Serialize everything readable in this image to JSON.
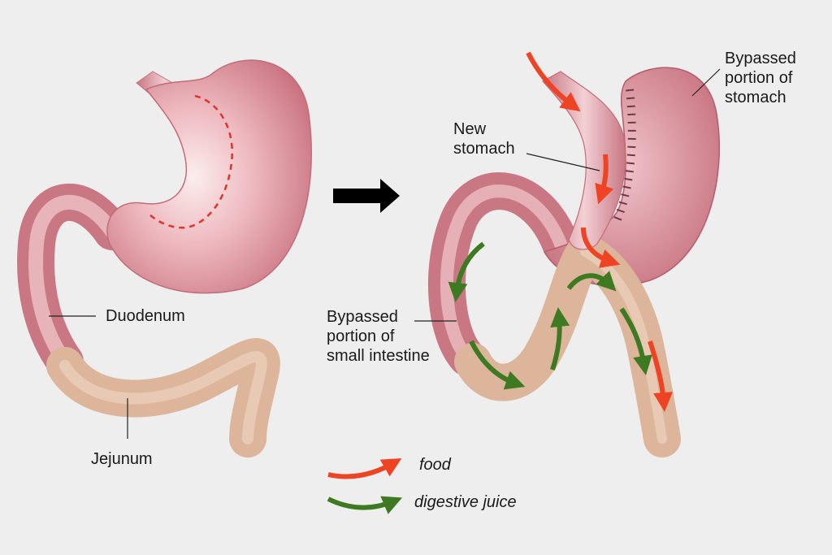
{
  "labels": {
    "duodenum": "Duodenum",
    "jejunum": "Jejunum",
    "new_stomach": [
      "New",
      "stomach"
    ],
    "bypassed_stomach": [
      "Bypassed",
      "portion of",
      "stomach"
    ],
    "bypassed_intestine": [
      "Bypassed",
      "portion of",
      "small intestine"
    ]
  },
  "legend": {
    "food": "food",
    "digestive_juice": "digestive juice"
  },
  "colors": {
    "background": "#eeeeee",
    "stomach": "#d98a95",
    "stomach_highlight": "#f7e1e3",
    "intestine": "#dcb59a",
    "food_arrow": "#ee4424",
    "juice_arrow": "#3e7a22",
    "transition_arrow": "#000000"
  }
}
